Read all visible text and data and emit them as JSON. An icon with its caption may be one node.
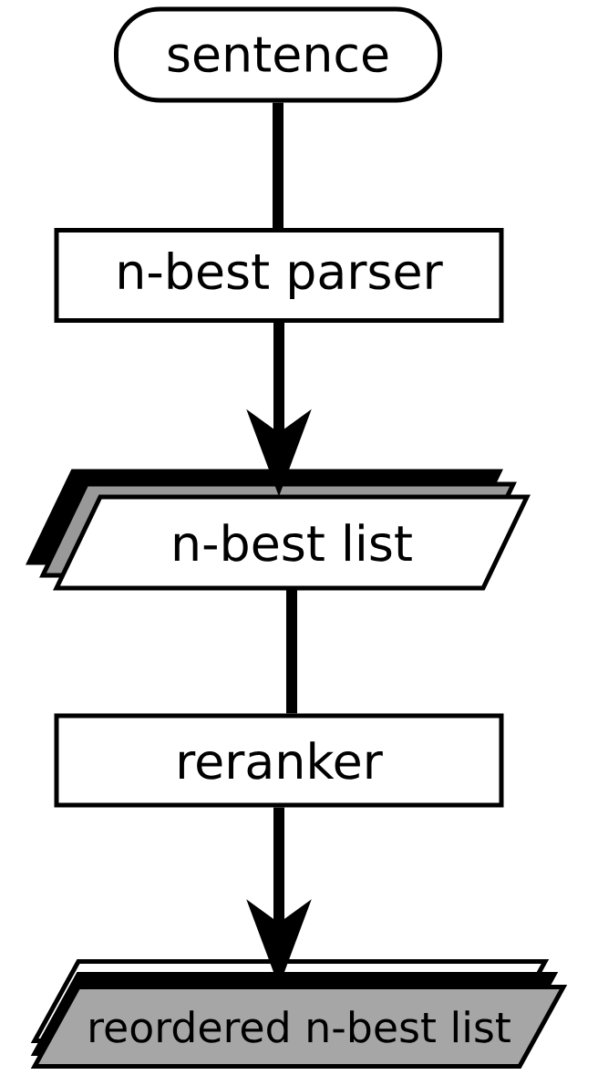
{
  "diagram": {
    "nodes": [
      {
        "text": [
          "sentence"
        ]
      },
      {
        "text": [
          "n-best parser"
        ]
      },
      {
        "text": [
          "n-best list"
        ]
      },
      {
        "text": [
          "reranker"
        ]
      },
      {
        "text": [
          "reordered n-best list"
        ]
      }
    ],
    "edges": [
      {
        "from": 0,
        "to": 1,
        "arrow": "none"
      },
      {
        "from": 1,
        "to": 2,
        "arrow": "to"
      },
      {
        "from": 2,
        "to": 3,
        "arrow": "none"
      },
      {
        "from": 3,
        "to": 4,
        "arrow": "to"
      }
    ]
  }
}
